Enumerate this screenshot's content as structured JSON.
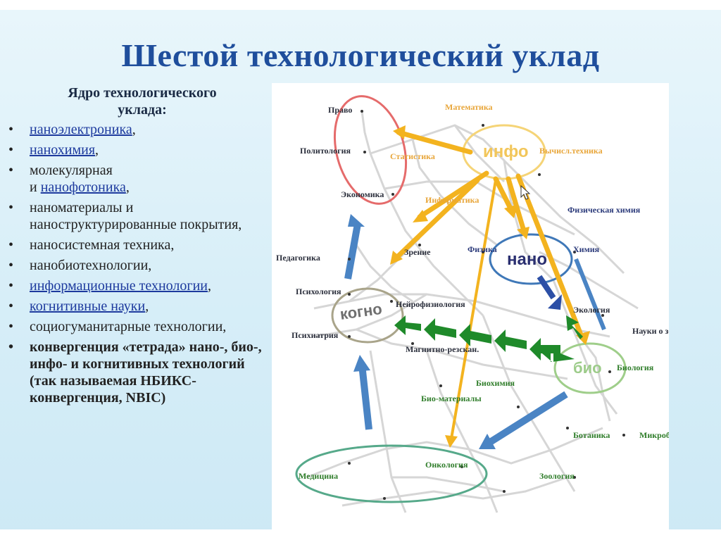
{
  "title": "Шестой технологический уклад",
  "core_heading": [
    "Ядро технологического",
    "уклада:"
  ],
  "bullet_char": "•",
  "items": [
    {
      "link": "наноэлектроника",
      "text": ","
    },
    {
      "link": "нанохимия",
      "text": ","
    },
    {
      "pre": "молекулярная",
      "pre2": "и ",
      "link": "нанофотоника",
      "text": ","
    },
    {
      "text": "наноматериалы и наноструктурированные покрытия,"
    },
    {
      "text": "наносистемная техника,"
    },
    {
      "text": "нанобиотехнологии,"
    },
    {
      "link": "информационные технологии",
      "text": ","
    },
    {
      "link": "когнитивные науки",
      "text": ","
    },
    {
      "text": "социогуманитарные технологии,"
    },
    {
      "text": "конвергенция «тетрада» нано-, био-, инфо- и когнитивных технологий (так называемая НБИКС-конвергенция, NBIC)"
    }
  ],
  "diagram": {
    "cores": {
      "info": "инфо",
      "nano": "нано",
      "bio": "био",
      "kogno": "когно"
    },
    "nodes": {
      "pravo": "Право",
      "politologiya": "Политология",
      "statistika": "Статистика",
      "ekonomika": "Экономика",
      "matematika": "Математика",
      "vychisl": "Вычисл.техника",
      "informatika": "Информатика",
      "fiz_himiya": "Физическая химия",
      "pedagogika": "Педагогика",
      "zrenie": "Зрение",
      "fizika": "Физика",
      "himiya": "Химия",
      "psihologiya": "Психология",
      "neirofiz": "Нейрофизиология",
      "ekologiya": "Экология",
      "nauki_zemle": "Науки о земле",
      "psihiatriya": "Психиатрия",
      "magnit": "Магнитно-резскан.",
      "biologiya": "Биология",
      "biohimiya": "Биохимия",
      "biomaterialy": "Био-материалы",
      "botanika": "Ботаника",
      "mikrobio": "Микробиология",
      "medicina": "Медицина",
      "onkologiya": "Онкология",
      "zoologiya": "Зоология"
    },
    "colors": {
      "info": "#f5c04a",
      "nano": "#3f78b8",
      "bio": "#7fb86a",
      "kogno": "#8f8a74",
      "social": "#e56b6b",
      "medicine": "#56a98a",
      "arrow_orange": "#f3b31f",
      "arrow_blue": "#4a84c4",
      "arrow_green": "#1f8a2a",
      "arrow_navy": "#2c4fa6"
    }
  }
}
